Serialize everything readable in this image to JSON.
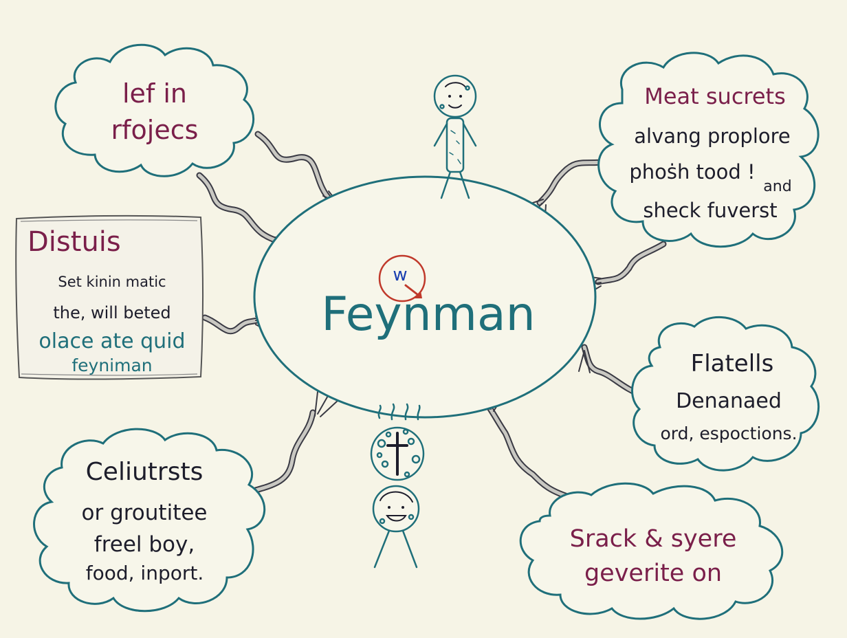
{
  "colors": {
    "background": "#f6f4e6",
    "teal": "#1f6f7a",
    "maroon": "#7a1f4a",
    "ink": "#1d1d2b",
    "connector": "#55555f",
    "red_accent": "#c0392b",
    "blue_accent": "#1a3fb0"
  },
  "center": {
    "title": "Feynman",
    "badge": "w"
  },
  "nodes": {
    "top_left": {
      "line1": "lef in",
      "line2": "rfojecs"
    },
    "top_right": {
      "title": "Meat sucrets",
      "line1": "alvang proplore",
      "line2": "phoṡh tood !",
      "line2b": "and",
      "line3": "sheck fuverst"
    },
    "middle_left": {
      "title": "Distuis",
      "line1": "Set kinin matic",
      "line2": "the, will beted",
      "line3": "olace ate quid",
      "line4": "feyniman"
    },
    "middle_right": {
      "line1": "Flatells",
      "line2": "Denanaed",
      "line3": "ord, espoctions."
    },
    "bottom_left": {
      "line1": "Celiutrsts",
      "line2": "or groutitee",
      "line3": "freel boy,",
      "line4": "food, inport."
    },
    "bottom_right": {
      "line1": "Srack & syere",
      "line2": "geverite on"
    }
  },
  "icons": {
    "top_figure": "stick-figure-person-icon",
    "bottom_figure": "stick-figure-two-heads-icon",
    "center_badge": "circle-arrow-icon"
  }
}
